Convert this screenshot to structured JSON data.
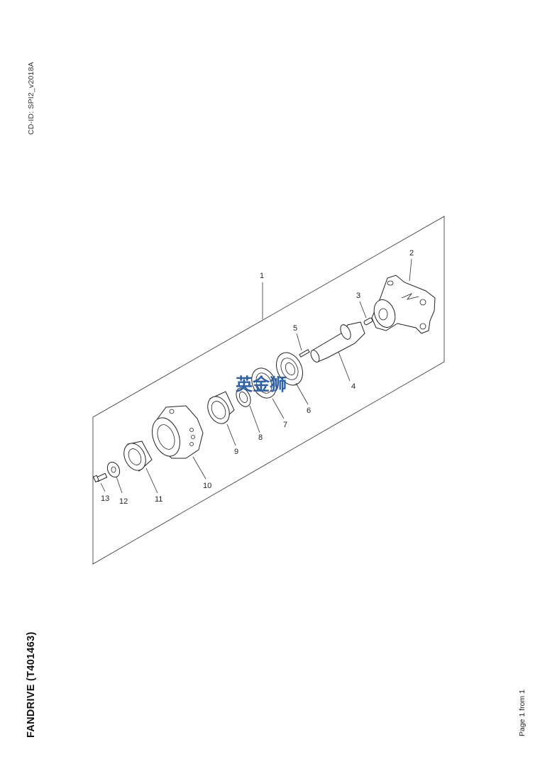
{
  "document": {
    "cd_id": "CD-ID: SPI2_v2018A",
    "title": "FANDRIVE (T401463)",
    "page_label": "Page 1 from 1"
  },
  "diagram": {
    "watermark": "英金狮",
    "callouts": [
      "1",
      "2",
      "3",
      "4",
      "5",
      "6",
      "7",
      "8",
      "9",
      "10",
      "11",
      "12",
      "13"
    ]
  },
  "colors": {
    "line": "#222222",
    "watermark": "#2d61a8"
  }
}
